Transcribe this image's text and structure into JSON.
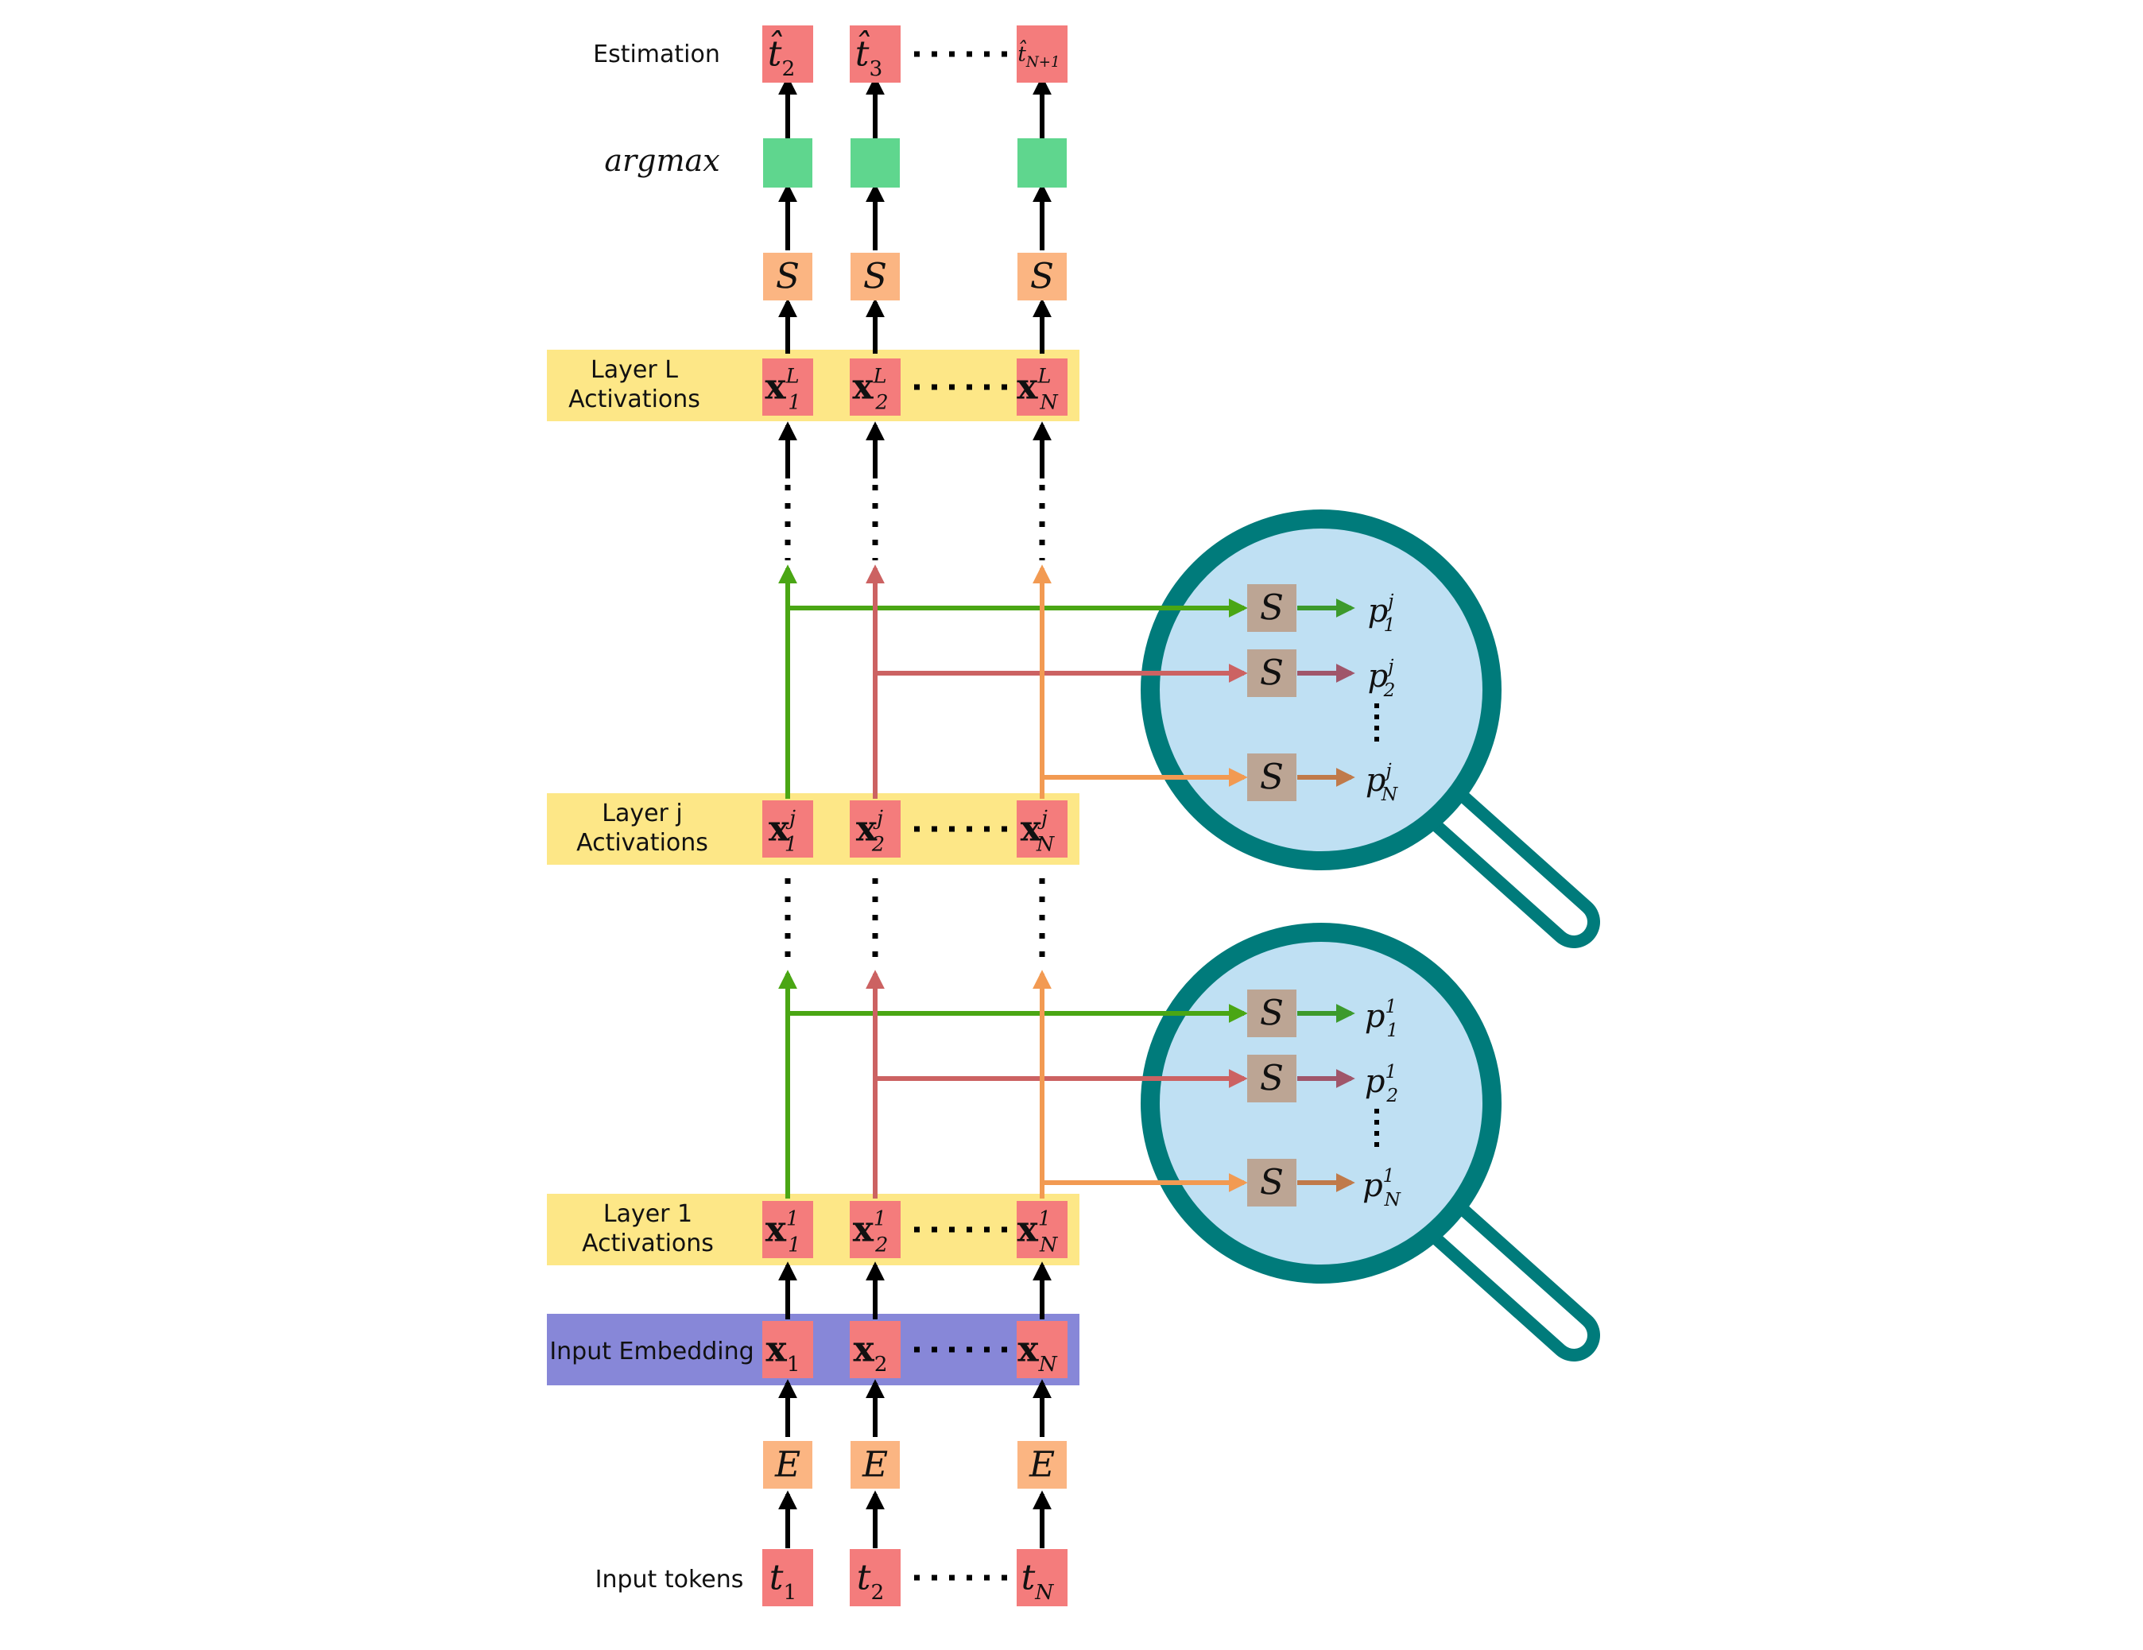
{
  "labels": {
    "estimation": "Estimation",
    "argmax": "argmax",
    "layer_L_line1": "Layer L",
    "layer_L_line2": "Activations",
    "layer_j_line1": "Layer j",
    "layer_j_line2": "Activations",
    "layer_1_line1": "Layer 1",
    "layer_1_line2": "Activations",
    "input_embedding": "Input Embedding",
    "input_tokens": "Input tokens"
  },
  "symbols": {
    "softmax": "S",
    "embed": "E",
    "dots": "·····"
  },
  "estimation_tokens": [
    {
      "base": "t̂",
      "sub": "2"
    },
    {
      "base": "t̂",
      "sub": "3"
    },
    {
      "base": "t̂",
      "sub": "N+1"
    }
  ],
  "layer_L": [
    {
      "base": "x",
      "sub": "1",
      "sup": "L"
    },
    {
      "base": "x",
      "sub": "2",
      "sup": "L"
    },
    {
      "base": "x",
      "sub": "N",
      "sup": "L"
    }
  ],
  "layer_j": [
    {
      "base": "x",
      "sub": "1",
      "sup": "j"
    },
    {
      "base": "x",
      "sub": "2",
      "sup": "j"
    },
    {
      "base": "x",
      "sub": "N",
      "sup": "j"
    }
  ],
  "layer_1": [
    {
      "base": "x",
      "sub": "1",
      "sup": "1"
    },
    {
      "base": "x",
      "sub": "2",
      "sup": "1"
    },
    {
      "base": "x",
      "sub": "N",
      "sup": "1"
    }
  ],
  "embeddings": [
    {
      "base": "x",
      "sub": "1"
    },
    {
      "base": "x",
      "sub": "2"
    },
    {
      "base": "x",
      "sub": "N"
    }
  ],
  "input_tokens": [
    {
      "base": "t",
      "sub": "1"
    },
    {
      "base": "t",
      "sub": "2"
    },
    {
      "base": "t",
      "sub": "N"
    }
  ],
  "probes_j": [
    {
      "base": "p",
      "sub": "1",
      "sup": "j"
    },
    {
      "base": "p",
      "sub": "2",
      "sup": "j"
    },
    {
      "base": "p",
      "sub": "N",
      "sup": "j"
    }
  ],
  "probes_1": [
    {
      "base": "p",
      "sub": "1",
      "sup": "1"
    },
    {
      "base": "p",
      "sub": "2",
      "sup": "1"
    },
    {
      "base": "p",
      "sub": "N",
      "sup": "1"
    }
  ],
  "colors": {
    "token_red": "#f47c7c",
    "argmax_green": "#5fd68e",
    "softmax_orange": "#fbb582",
    "layer_yellow": "#fde787",
    "embed_purple": "#8787d8",
    "probe_gray": "#bca594",
    "lens_fill": "#bfe0f3",
    "lens_ring": "#007b7b",
    "green_path": "#4aa614",
    "red_path": "#cc6262",
    "orange_path": "#f29a52",
    "green_arrow": "#3c9a2c",
    "red_arrow": "#a0566a",
    "orange_arrow": "#c07a4a"
  }
}
